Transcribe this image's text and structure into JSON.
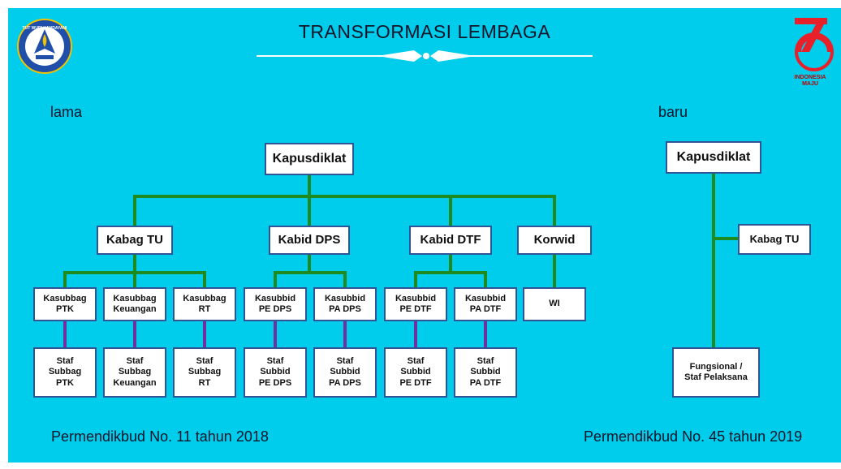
{
  "slide": {
    "title": "TRANSFORMASI LEMBAGA",
    "left_label": "lama",
    "right_label": "baru",
    "left_footer": "Permendikbud  No.  11  tahun  2018",
    "right_footer": "Permendikbud  No.  45  tahun  2019",
    "logo_left_text": "TUT WURI HANDAYANI",
    "logo_right_line1": "INDONESIA",
    "logo_right_line2": "MAJU"
  },
  "colors": {
    "background": "#00ccec",
    "box_border": "#2f5597",
    "line_green": "#1f8a1f",
    "line_purple": "#7030a0",
    "logo_red": "#e8202a"
  },
  "old_structure": {
    "head": "Kapusdiklat",
    "divisions": [
      {
        "label": "Kabag TU",
        "units": [
          {
            "label": "Kasubbag\nPTK",
            "staff": "Staf\nSubbag\nPTK"
          },
          {
            "label": "Kasubbag\nKeuangan",
            "staff": "Staf\nSubbag\nKeuangan"
          },
          {
            "label": "Kasubbag\nRT",
            "staff": "Staf\nSubbag\nRT"
          }
        ]
      },
      {
        "label": "Kabid DPS",
        "units": [
          {
            "label": "Kasubbid\nPE DPS",
            "staff": "Staf\nSubbid\nPE DPS"
          },
          {
            "label": "Kasubbid\nPA DPS",
            "staff": "Staf\nSubbid\nPA DPS"
          }
        ]
      },
      {
        "label": "Kabid DTF",
        "units": [
          {
            "label": "Kasubbid\nPE DTF",
            "staff": "Staf\nSubbid\nPE DTF"
          },
          {
            "label": "Kasubbid\nPA DTF",
            "staff": "Staf\nSubbid\nPA DTF"
          }
        ]
      },
      {
        "label": "Korwid",
        "units": [
          {
            "label": "WI"
          }
        ]
      }
    ]
  },
  "new_structure": {
    "head": "Kapusdiklat",
    "side_unit": "Kabag TU",
    "staff": "Fungsional /\nStaf Pelaksana"
  }
}
